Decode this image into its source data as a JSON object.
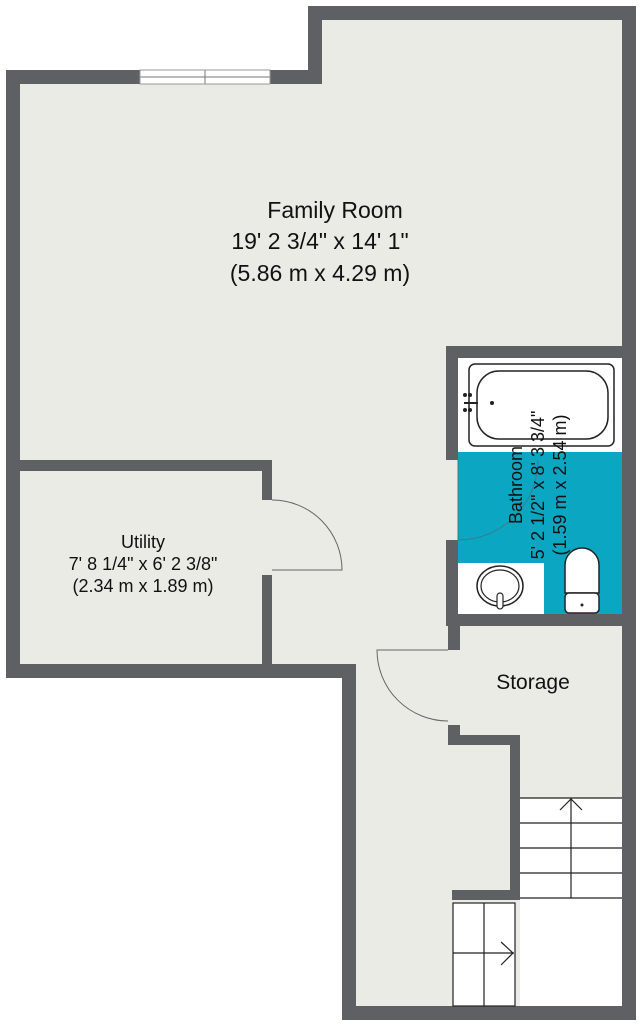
{
  "colors": {
    "wall": "#5e6063",
    "floor": "#ebebe6",
    "bathroom": "#0aa6c2",
    "fixture": "#ffffff"
  },
  "rooms": [
    {
      "name": "Family Room",
      "imperial": "19' 2 3/4\" x 14' 1\"",
      "metric": "(5.86 m x 4.29 m)"
    },
    {
      "name": "Utility",
      "imperial": "7' 8 1/4\" x 6' 2 3/8\"",
      "metric": "(2.34 m x 1.89 m)"
    },
    {
      "name": "Bathroom",
      "imperial": "5' 2 1/2\" x 8' 3 3/4\"",
      "metric": "(1.59 m x 2.54 m)"
    },
    {
      "name": "Storage"
    }
  ]
}
